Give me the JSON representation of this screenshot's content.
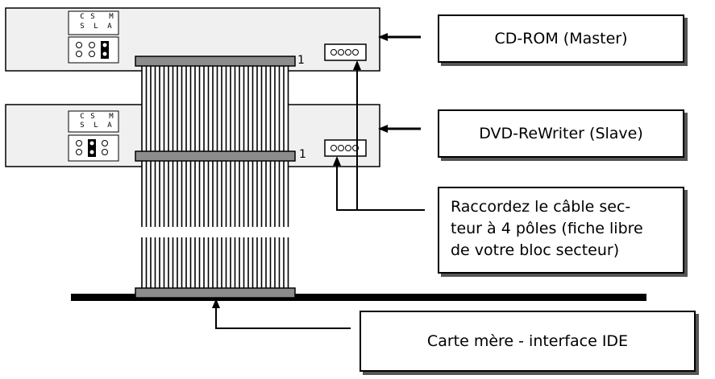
{
  "drives": [
    {
      "callout": "CD-ROM (Master)",
      "jumper_top": [
        "C",
        "S",
        "M"
      ],
      "jumper_bottom": [
        "S",
        "L",
        "A"
      ],
      "pin_one": "1"
    },
    {
      "callout": "DVD-ReWriter (Slave)",
      "jumper_top": [
        "C",
        "S",
        "M"
      ],
      "jumper_bottom": [
        "S",
        "L",
        "A"
      ],
      "pin_one": "1"
    }
  ],
  "power_note": [
    "Raccordez le câble sec-",
    "teur à 4 pôles (fiche libre",
    "de votre bloc secteur)"
  ],
  "motherboard_label": "Carte mère - interface IDE",
  "colors": {
    "line": "#000000",
    "case_fill": "#f0f0f0",
    "connector": "#8c8c8c",
    "shadow": "#555555"
  }
}
